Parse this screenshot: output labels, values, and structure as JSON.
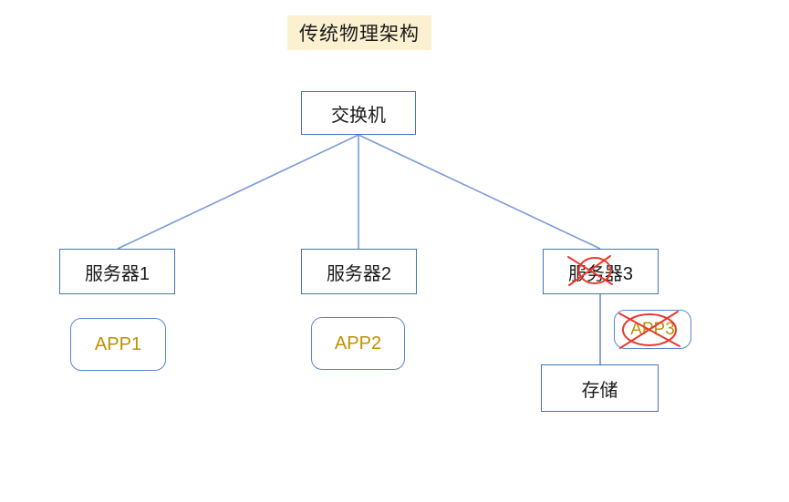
{
  "title": "传统物理架构",
  "nodes": {
    "switch": {
      "label": "交换机",
      "crossed_out": false
    },
    "server1": {
      "label": "服务器1",
      "crossed_out": false
    },
    "server2": {
      "label": "服务器2",
      "crossed_out": false
    },
    "server3": {
      "label": "服务器3",
      "crossed_out": true
    },
    "app1": {
      "label": "APP1",
      "crossed_out": false
    },
    "app2": {
      "label": "APP2",
      "crossed_out": false
    },
    "app3": {
      "label": "APP3",
      "crossed_out": true
    },
    "storage": {
      "label": "存储",
      "crossed_out": false
    }
  },
  "connections": [
    {
      "from": "switch",
      "to": "server1"
    },
    {
      "from": "switch",
      "to": "server2"
    },
    {
      "from": "switch",
      "to": "server3"
    },
    {
      "from": "server3",
      "to": "storage"
    }
  ],
  "colors": {
    "box_border": "#4472C4",
    "rounded_box_border": "#5B87C9",
    "connector_line": "#7C9AD6",
    "title_background": "#FBF0D0",
    "app_text": "#BF9000",
    "box_text": "#1a1a1a",
    "cross_out_mark": "#E8392F"
  }
}
